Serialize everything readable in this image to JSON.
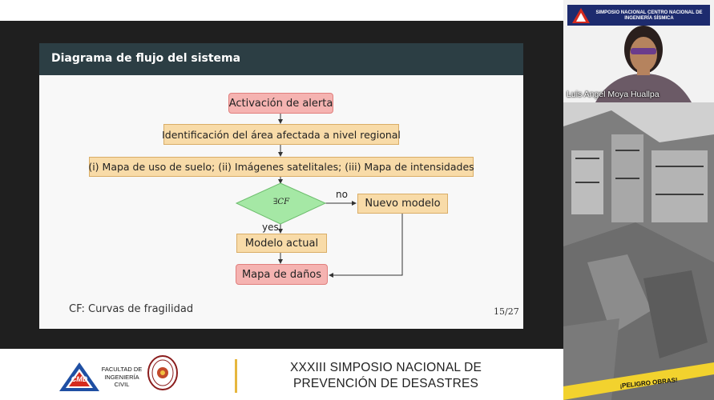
{
  "slide": {
    "title": "Diagrama de flujo del sistema",
    "flowchart": {
      "alert": "Activación de alerta",
      "identification": "Identificación del área afectada a nivel regional",
      "inputs": "(i) Mapa de uso de suelo; (ii) Imágenes satelitales; (iii) Mapa de intensidades",
      "decision_cf": "CF",
      "decision_prefix": "∃",
      "edge_no": "no",
      "edge_yes": "yes",
      "new_model": "Nuevo modelo",
      "current_model": "Modelo actual",
      "damage_map": "Mapa de daños"
    },
    "footnote": "CF: Curvas de fragilidad",
    "page_number": "15/27"
  },
  "footer": {
    "logo_text": "CMD",
    "faculty_line1": "FACULTAD DE",
    "faculty_line2": "INGENIERÍA",
    "faculty_line3": "CIVIL",
    "event_line1": "XXXIII SIMPOSIO NACIONAL DE",
    "event_line2": "PREVENCIÓN DE DESASTRES"
  },
  "video": {
    "banner": "SIMPOSIO NACIONAL CENTRO NACIONAL DE INGENIERÍA SÍSMICA",
    "speaker_name": "Luis Angel Moya Huallpa",
    "caution_tape": "¡PELIGRO OBRAS!"
  },
  "colors": {
    "header": "#2c3e44",
    "red_box": "#f5b3b1",
    "orange_box": "#f8dba8",
    "diamond": "#a5e8a5",
    "accent_gold": "#e6b73e"
  }
}
